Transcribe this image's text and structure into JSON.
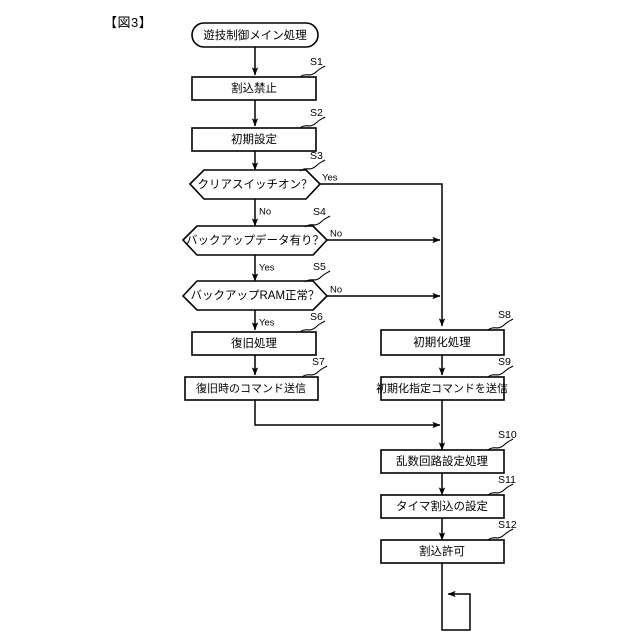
{
  "figure": {
    "label": "【図3】"
  },
  "flowchart": {
    "type": "flowchart",
    "orientation": "top-to-bottom",
    "start": {
      "id": "start",
      "shape": "terminator",
      "label": "遊技制御メイン処理"
    },
    "nodes": [
      {
        "id": "S1",
        "step": "S1",
        "shape": "process",
        "label": "割込禁止",
        "column": "left"
      },
      {
        "id": "S2",
        "step": "S2",
        "shape": "process",
        "label": "初期設定",
        "column": "left"
      },
      {
        "id": "S3",
        "step": "S3",
        "shape": "decision",
        "label": "クリアスイッチオン？",
        "column": "left"
      },
      {
        "id": "S4",
        "step": "S4",
        "shape": "decision",
        "label": "バックアップデータ有り？",
        "column": "left"
      },
      {
        "id": "S5",
        "step": "S5",
        "shape": "decision",
        "label": "バックアップRAM正常？",
        "column": "left"
      },
      {
        "id": "S6",
        "step": "S6",
        "shape": "process",
        "label": "復旧処理",
        "column": "left"
      },
      {
        "id": "S7",
        "step": "S7",
        "shape": "process",
        "label": "復旧時のコマンド送信",
        "column": "left"
      },
      {
        "id": "S8",
        "step": "S8",
        "shape": "process",
        "label": "初期化処理",
        "column": "right"
      },
      {
        "id": "S9",
        "step": "S9",
        "shape": "process",
        "label": "初期化指定コマンドを送信",
        "column": "right"
      },
      {
        "id": "S10",
        "step": "S10",
        "shape": "process",
        "label": "乱数回路設定処理",
        "column": "right"
      },
      {
        "id": "S11",
        "step": "S11",
        "shape": "process",
        "label": "タイマ割込の設定",
        "column": "right"
      },
      {
        "id": "S12",
        "step": "S12",
        "shape": "process",
        "label": "割込許可",
        "column": "right"
      }
    ],
    "branch_labels": {
      "s3_yes": "Yes",
      "s3_no": "No",
      "s4_no": "No",
      "s4_yes": "Yes",
      "s5_no": "No",
      "s5_yes": "Yes"
    },
    "edges": [
      {
        "from": "start",
        "to": "S1",
        "label": ""
      },
      {
        "from": "S1",
        "to": "S2",
        "label": ""
      },
      {
        "from": "S2",
        "to": "S3",
        "label": ""
      },
      {
        "from": "S3",
        "to": "S8",
        "label": "Yes"
      },
      {
        "from": "S3",
        "to": "S4",
        "label": "No"
      },
      {
        "from": "S4",
        "to": "S8",
        "label": "No"
      },
      {
        "from": "S4",
        "to": "S5",
        "label": "Yes"
      },
      {
        "from": "S5",
        "to": "S8",
        "label": "No"
      },
      {
        "from": "S5",
        "to": "S6",
        "label": "Yes"
      },
      {
        "from": "S6",
        "to": "S7",
        "label": ""
      },
      {
        "from": "S7",
        "to": "S10",
        "label": ""
      },
      {
        "from": "S8",
        "to": "S9",
        "label": ""
      },
      {
        "from": "S9",
        "to": "S10",
        "label": ""
      },
      {
        "from": "S10",
        "to": "S11",
        "label": ""
      },
      {
        "from": "S11",
        "to": "S12",
        "label": ""
      },
      {
        "from": "S12",
        "to": "S12",
        "label": "loop"
      }
    ],
    "colors": {
      "stroke": "#000000",
      "fill": "#ffffff",
      "background": "#ffffff"
    }
  }
}
